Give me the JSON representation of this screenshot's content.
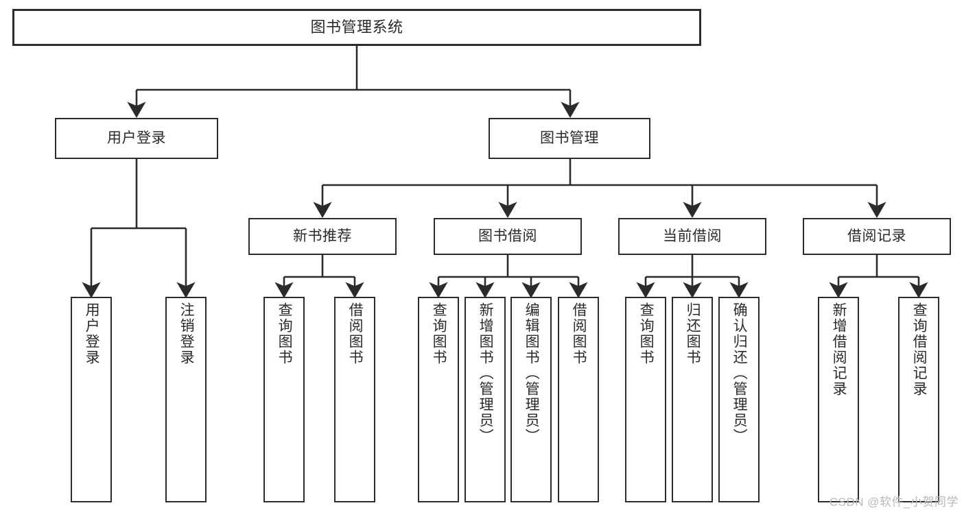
{
  "diagram": {
    "title": "图书管理系统",
    "type": "tree-hierarchy-chart",
    "orientation": "top-down",
    "colors": {
      "background": "#ffffff",
      "node_border": "#2b2b2b",
      "node_fill": "#ffffff",
      "text": "#2a2a2a",
      "edge": "#2b2b2b",
      "watermark": "#b9b9b9"
    }
  },
  "watermark": {
    "text": "CSDN @软件_小贺同学"
  },
  "nodes": {
    "root": {
      "label": "图书管理系统"
    },
    "level2": [
      {
        "id": "user-login",
        "label": "用户登录"
      },
      {
        "id": "book-manage",
        "label": "图书管理"
      }
    ],
    "level3": [
      {
        "id": "new-book-recommend",
        "label": "新书推荐"
      },
      {
        "id": "book-borrow",
        "label": "图书借阅"
      },
      {
        "id": "current-borrow",
        "label": "当前借阅"
      },
      {
        "id": "borrow-record",
        "label": "借阅记录"
      }
    ],
    "leaves": {
      "user_login": [
        {
          "id": "leaf-user-login",
          "label": "用户登录"
        },
        {
          "id": "leaf-logout-login",
          "label": "注销登录"
        }
      ],
      "new_book_recommend": [
        {
          "id": "leaf-query-book-1",
          "label": "查询图书"
        },
        {
          "id": "leaf-borrow-book-1",
          "label": "借阅图书"
        }
      ],
      "book_borrow": [
        {
          "id": "leaf-query-book-2",
          "label": "查询图书"
        },
        {
          "id": "leaf-add-book-admin",
          "label": "新增图书（管理员）"
        },
        {
          "id": "leaf-edit-book-admin",
          "label": "编辑图书（管理员）"
        },
        {
          "id": "leaf-borrow-book-2",
          "label": "借阅图书"
        }
      ],
      "current_borrow": [
        {
          "id": "leaf-query-book-3",
          "label": "查询图书"
        },
        {
          "id": "leaf-return-book",
          "label": "归还图书"
        },
        {
          "id": "leaf-confirm-return-admin",
          "label": "确认归还（管理员）"
        }
      ],
      "borrow_record": [
        {
          "id": "leaf-add-borrow-record",
          "label": "新增借阅记录"
        },
        {
          "id": "leaf-query-borrow-record",
          "label": "查询借阅记录"
        }
      ]
    }
  }
}
